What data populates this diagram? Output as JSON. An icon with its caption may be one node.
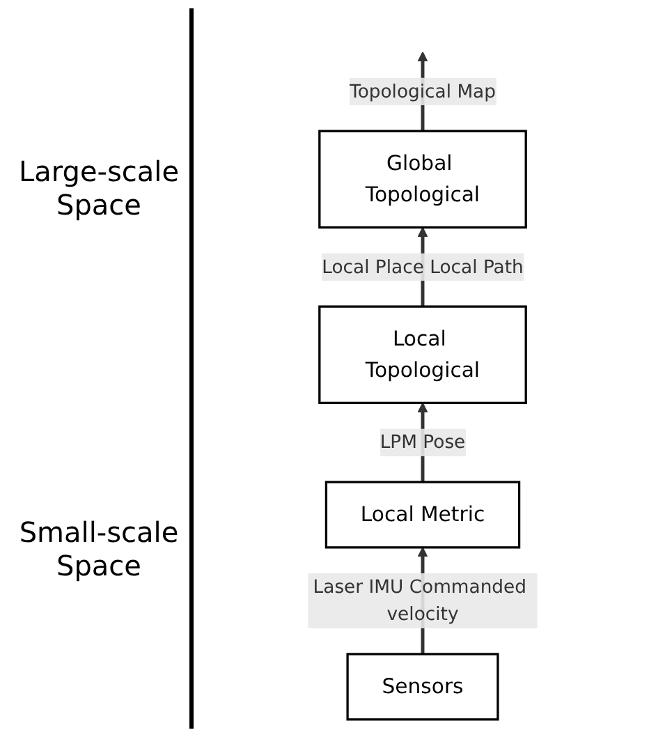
{
  "diagram": {
    "nodes": [
      {
        "text": [
          "Sensors"
        ]
      },
      {
        "text": [
          "Local Metric"
        ]
      },
      {
        "text": [
          "Local Topological"
        ]
      },
      {
        "text": [
          "Global Topological"
        ]
      }
    ],
    "edges": [
      {
        "from": 0,
        "to": 1,
        "arrow": "to",
        "label": "Laser IMU Commanded velocity"
      },
      {
        "from": 1,
        "to": 2,
        "arrow": "to",
        "label": "LPM Pose"
      },
      {
        "from": 2,
        "to": 3,
        "arrow": "to",
        "label": "Local Place Local Path"
      },
      {
        "from": 3,
        "to": null,
        "arrow": "to",
        "label": "Topological Map"
      }
    ],
    "labels": [
      "Large-scale Space",
      "Small-scale Space"
    ]
  }
}
